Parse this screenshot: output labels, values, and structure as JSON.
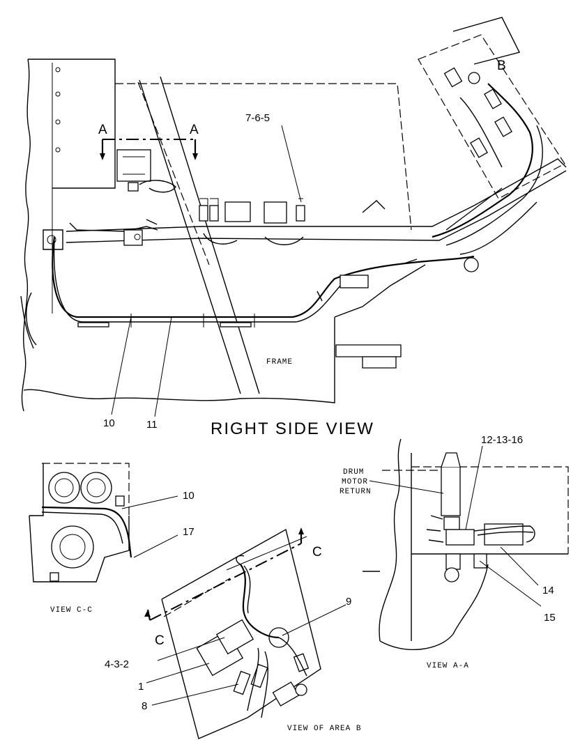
{
  "labels": {
    "title": "RIGHT SIDE VIEW",
    "frame": "FRAME",
    "view_cc": "VIEW C-C",
    "view_aa": "VIEW A-A",
    "view_area_b": "VIEW OF AREA B",
    "drum_motor_return": [
      "DRUM",
      "MOTOR",
      "RETURN"
    ],
    "section_a": "A",
    "section_b": "B",
    "section_c": "C"
  },
  "callouts": {
    "c_765": "7-6-5",
    "c_10": "10",
    "c_11": "11",
    "c_10b": "10",
    "c_17": "17",
    "c_121316": "12-13-16",
    "c_14": "14",
    "c_15": "15",
    "c_9": "9",
    "c_432": "4-3-2",
    "c_1": "1",
    "c_8": "8"
  }
}
